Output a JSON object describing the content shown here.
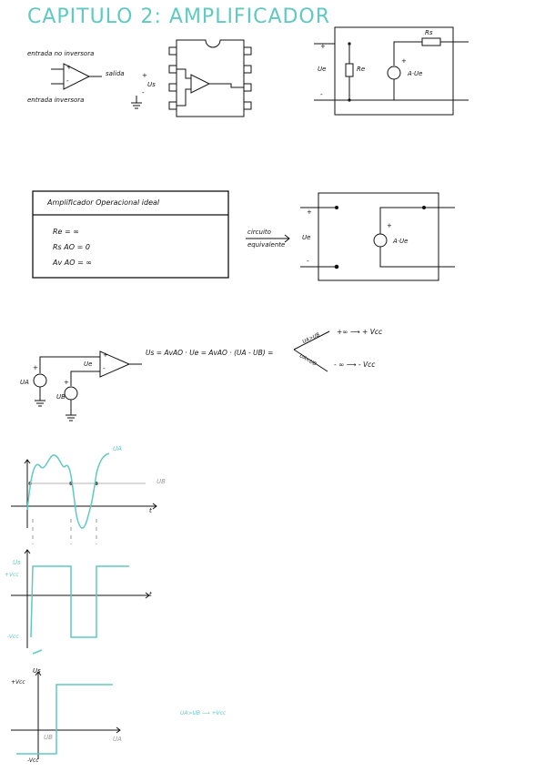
{
  "title": "CAPITULO 2: AMPLIFICADOR",
  "opamp_section": {
    "entrada_no_inversora": "entrada no inversora",
    "entrada_inversora": "entrada inversora",
    "salida": "salida",
    "plus_out": "+",
    "vs": "Us",
    "minus_out": "-",
    "in_plus": "+",
    "in_minus": "-"
  },
  "equivalent_top": {
    "ve": "Ue",
    "rin": "Re",
    "rout": "Rs",
    "source": "A·Ue",
    "plus_left": "+",
    "minus_left": "-",
    "plus_src": "+"
  },
  "ideal_box": {
    "heading": "Amplificador Operacional ideal",
    "re": "Re = ∞",
    "rs": "Rs AO = 0",
    "av": "Av AO = ∞"
  },
  "arrow_label": {
    "top": "circuito",
    "bottom": "equivalente"
  },
  "equivalent_ideal": {
    "ve": "Ue",
    "source": "A·Ue",
    "plus_left": "+",
    "minus_left": "-",
    "plus_src": "+"
  },
  "comparator": {
    "va": "UA",
    "vb": "UB",
    "ve": "Ue",
    "plus_in": "+",
    "minus_in": "-",
    "plus_a": "+",
    "plus_b": "+",
    "equation": "Us = AvAO · Ue = AvAO · (UA - UB) =",
    "branch_top": "UA>UB",
    "branch_bottom": "UA<UB",
    "result_top": "+∞  ⟶  + Vcc",
    "result_bottom": "- ∞  ⟶  - Vcc"
  },
  "graph1": {
    "va_label": "UA",
    "vb_label": "UB",
    "t_label": "t"
  },
  "graph2": {
    "vs_label": "Us",
    "vcc_plus": "+Vcc",
    "vcc_minus": "-Vcc",
    "t_label": "t"
  },
  "graph3": {
    "vs_label": "Us",
    "vcc_plus": "+Vcc",
    "vcc_minus": "-Vcc",
    "vb_label": "UB",
    "va_label": "UA",
    "note": "UA>UB ⟶ +Vcc"
  },
  "colors": {
    "teal": "#5fc9c2",
    "ink": "#111111",
    "gray": "#9a9a9a"
  }
}
